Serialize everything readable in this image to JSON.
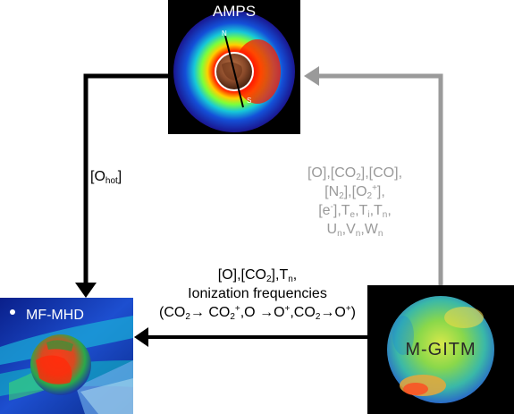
{
  "panels": {
    "amps": {
      "title": "AMPS",
      "north_label": "N",
      "south_label": "S"
    },
    "mf_mhd": {
      "title": "MF-MHD"
    },
    "m_gitm": {
      "title": "M-GITM"
    }
  },
  "arrows": {
    "amps_to_mfmhd": {
      "label_main": "[O",
      "label_sub": "hot",
      "label_close": "]",
      "color": "#000000"
    },
    "mgitm_to_amps": {
      "color": "#9a9a9a",
      "lines": [
        {
          "parts": [
            {
              "t": "[O],[CO"
            },
            {
              "sub": "2"
            },
            {
              "t": "],[CO],"
            }
          ]
        },
        {
          "parts": [
            {
              "t": "[N"
            },
            {
              "sub": "2"
            },
            {
              "t": "],[O"
            },
            {
              "sub": "2"
            },
            {
              "sup": "+"
            },
            {
              "t": "],"
            }
          ]
        },
        {
          "parts": [
            {
              "t": "[e"
            },
            {
              "sup": "-"
            },
            {
              "t": "],T"
            },
            {
              "sub": "e"
            },
            {
              "t": ",T"
            },
            {
              "sub": "i"
            },
            {
              "t": ",T"
            },
            {
              "sub": "n"
            },
            {
              "t": ","
            }
          ]
        },
        {
          "parts": [
            {
              "t": "U"
            },
            {
              "sub": "n"
            },
            {
              "t": ",V"
            },
            {
              "sub": "n"
            },
            {
              "t": ",W"
            },
            {
              "sub": "n"
            }
          ]
        }
      ]
    },
    "mgitm_to_mfmhd": {
      "color": "#000000",
      "lines": [
        {
          "parts": [
            {
              "t": "[O],[CO"
            },
            {
              "sub": "2"
            },
            {
              "t": "],T"
            },
            {
              "sub": "n"
            },
            {
              "t": ","
            }
          ]
        },
        {
          "parts": [
            {
              "t": "Ionization frequencies"
            }
          ]
        },
        {
          "parts": [
            {
              "t": "(CO"
            },
            {
              "sub": "2"
            },
            {
              "t": "→ CO"
            },
            {
              "sub": "2"
            },
            {
              "sup": "+"
            },
            {
              "t": ",O →O"
            },
            {
              "sup": "+"
            },
            {
              "t": ",CO"
            },
            {
              "sub": "2"
            },
            {
              "t": "→O"
            },
            {
              "sup": "+"
            },
            {
              "t": ")"
            }
          ]
        }
      ]
    }
  }
}
